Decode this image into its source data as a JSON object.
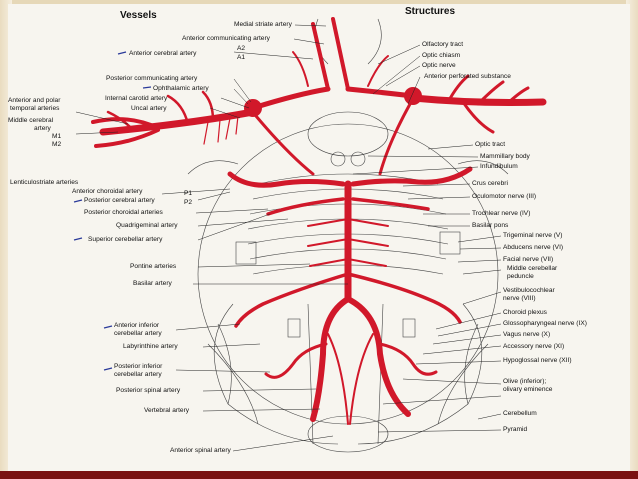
{
  "headings": {
    "vessels": "Vessels",
    "structures": "Structures"
  },
  "vessels_labels": [
    "Medial striate artery",
    "Anterior communicating artery",
    "Anterior cerebral artery",
    "A2",
    "A1",
    "Posterior communicating artery",
    "Ophthalamic artery",
    "Internal carotid artery",
    "Uncal artery",
    "Anterior and polar",
    "temporal arteries",
    "Middle cerebral",
    "artery",
    "M1",
    "M2",
    "Lenticulostriate arteries",
    "Anterior choroidal artery",
    "P1",
    "P2",
    "Posterior cerebral artery",
    "Posterior choroidal arteries",
    "Quadrigeminal artery",
    "Superior cerebellar artery",
    "Pontine arteries",
    "Basilar artery",
    "Anterior inferior",
    "cerebellar artery",
    "Labyrinthine artery",
    "Posterior inferior",
    "cerebellar artery",
    "Posterior spinal artery",
    "Vertebral artery",
    "Anterior spinal artery"
  ],
  "structures_labels": [
    "Olfactory tract",
    "Optic chiasm",
    "Optic nerve",
    "Anterior perforated substance",
    "Optic tract",
    "Mammillary body",
    "Infundibulum",
    "Crus cerebri",
    "Oculomotor nerve (III)",
    "Trochlear nerve (IV)",
    "Basilar pons",
    "Trigeminal nerve (V)",
    "Abducens nerve (VI)",
    "Facial nerve (VII)",
    "Middle cerebellar",
    "peduncle",
    "Vestibulocochlear",
    "nerve (VIII)",
    "Choroid plexus",
    "Glossopharyngeal nerve (IX)",
    "Vagus nerve (X)",
    "Accessory nerve (XI)",
    "Hypoglossal nerve (XII)",
    "Olive (inferior);",
    "olivary eminence",
    "Cerebellum",
    "Pyramid"
  ],
  "colors": {
    "artery": "#d1182a",
    "annotation_marks": "#2a3a9a",
    "slide_border": "#7a1212"
  }
}
